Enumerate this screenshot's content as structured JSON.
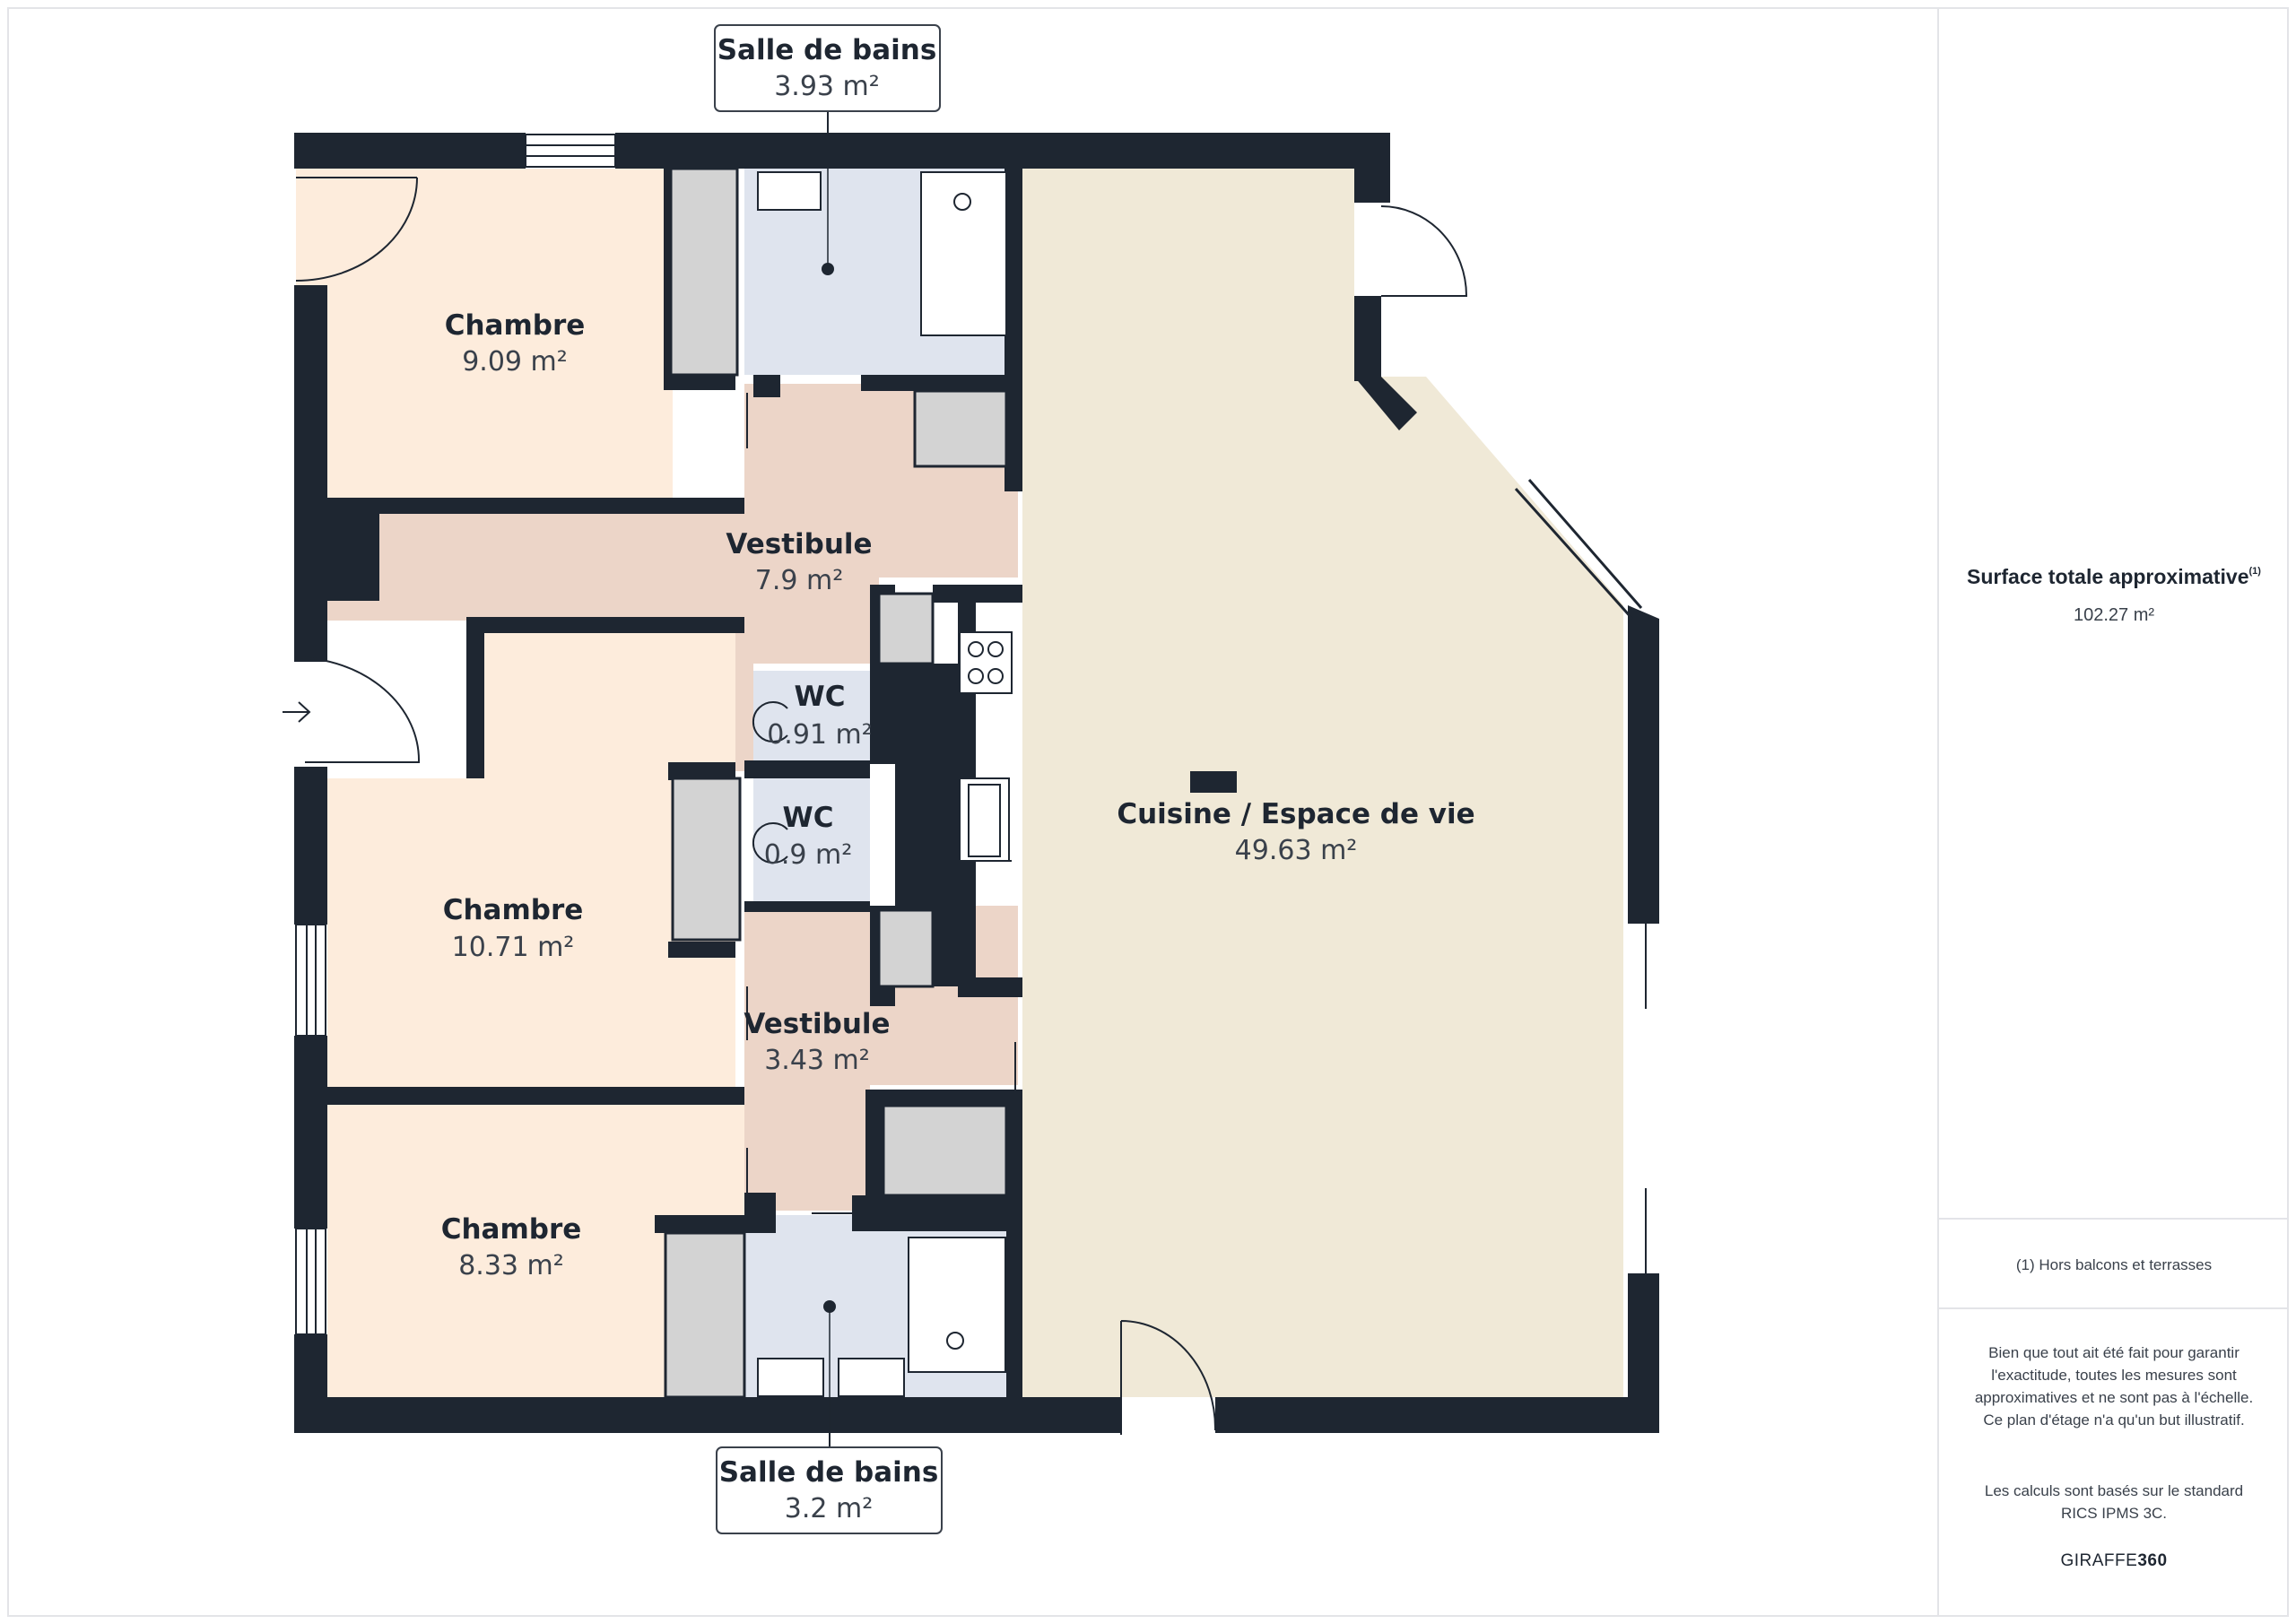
{
  "plan": {
    "rooms": [
      {
        "name": "Chambre",
        "area": "9.09 m²"
      },
      {
        "name": "Vestibule",
        "area": "7.9 m²"
      },
      {
        "name": "WC",
        "area": "0.91 m²"
      },
      {
        "name": "WC",
        "area": "0.9 m²"
      },
      {
        "name": "Chambre",
        "area": "10.71 m²"
      },
      {
        "name": "Vestibule",
        "area": "3.43 m²"
      },
      {
        "name": "Chambre",
        "area": "8.33 m²"
      },
      {
        "name": "Cuisine / Espace de vie",
        "area": "49.63 m²"
      }
    ],
    "callouts": [
      {
        "name": "Salle de bains",
        "area": "3.93 m²"
      },
      {
        "name": "Salle de bains",
        "area": "3.2 m²"
      }
    ],
    "colors": {
      "wall": "#1e2631",
      "bedroom": "#fdecdc",
      "hall": "#ecd5c8",
      "bathroom": "#dfe4ee",
      "living": "#f0e9d7",
      "fixture": "#d3d3d3"
    }
  },
  "sidebar": {
    "total_label": "Surface totale approximative",
    "total_note_mark": "(1)",
    "total_value": "102.27 m²",
    "footnote": "(1) Hors balcons et terrasses",
    "disclaimer": "Bien que tout ait été fait pour garantir l'exactitude, toutes les mesures sont approximatives et ne sont pas à l'échelle. Ce plan d'étage n'a qu'un but illustratif.",
    "calc_note": "Les calculs sont basés sur le standard RICS IPMS 3C.",
    "brand_light": "GIRAFFE",
    "brand_bold": "360"
  }
}
